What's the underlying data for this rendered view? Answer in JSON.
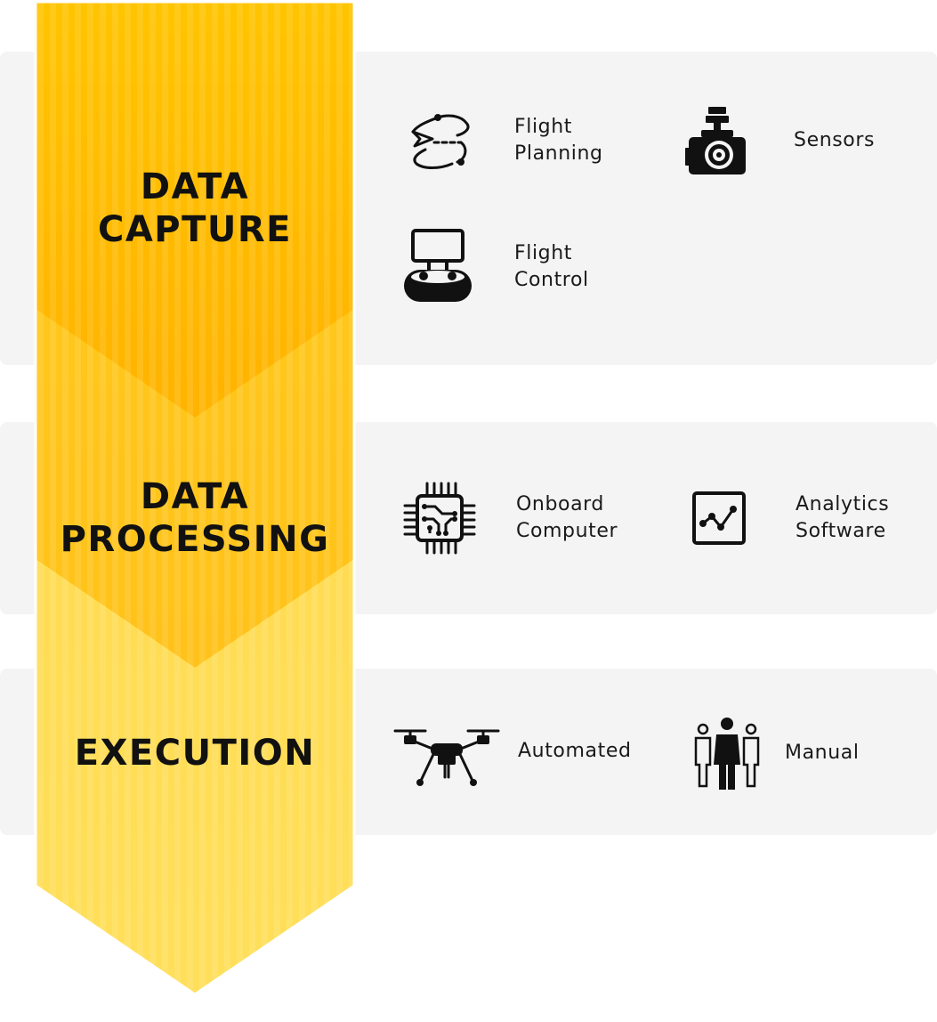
{
  "colors": {
    "banner_top": "#ffc400",
    "banner_bottom": "#ffdf5a",
    "panel": "#f4f4f4",
    "ink": "#111111"
  },
  "stages": [
    {
      "title": "DATA\nCAPTURE",
      "items": [
        {
          "label": "Flight\nPlanning",
          "icon": "flight-path-icon"
        },
        {
          "label": "Sensors",
          "icon": "camera-gimbal-icon"
        },
        {
          "label": "Flight\nControl",
          "icon": "remote-controller-icon"
        }
      ]
    },
    {
      "title": "DATA\nPROCESSING",
      "items": [
        {
          "label": "Onboard\nComputer",
          "icon": "microchip-icon"
        },
        {
          "label": "Analytics\nSoftware",
          "icon": "line-chart-icon"
        }
      ]
    },
    {
      "title": "EXECUTION",
      "items": [
        {
          "label": "Automated",
          "icon": "drone-icon"
        },
        {
          "label": "Manual",
          "icon": "people-icon"
        }
      ]
    }
  ]
}
